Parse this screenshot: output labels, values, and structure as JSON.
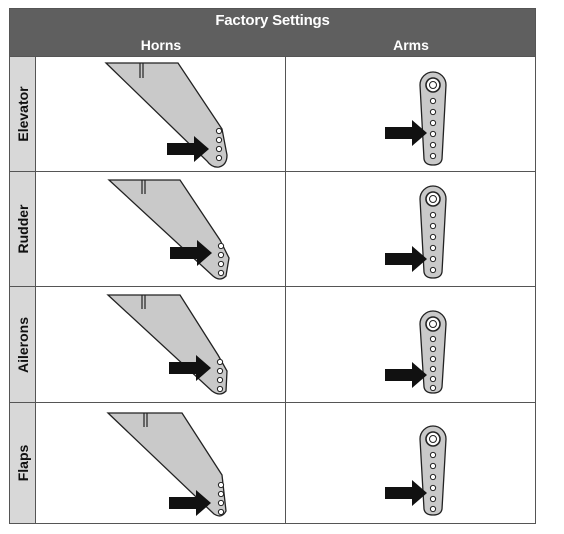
{
  "table": {
    "title": "Factory Settings",
    "columns": {
      "horns": "Horns",
      "arms": "Arms"
    },
    "rows": [
      {
        "label": "Elevator"
      },
      {
        "label": "Rudder"
      },
      {
        "label": "Ailerons"
      },
      {
        "label": "Flaps"
      }
    ]
  },
  "colors": {
    "header_bg": "#5f5f5f",
    "row_label_bg": "#d8d8d8",
    "part_fill": "#c9c9c9",
    "arrow": "#111111"
  },
  "icons": {
    "horn": "control-horn-icon",
    "arm": "servo-arm-icon",
    "indicator": "arrow-right-icon"
  }
}
